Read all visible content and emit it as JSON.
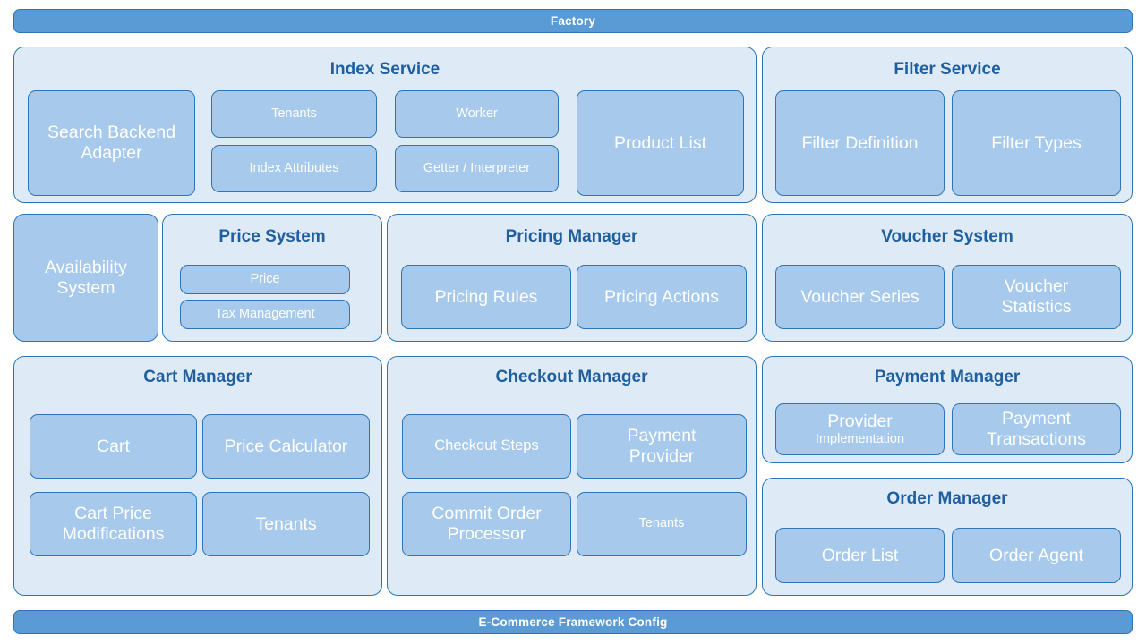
{
  "diagram": {
    "title_bar_top": "Factory",
    "title_bar_bottom": "E-Commerce Framework Config",
    "colors": {
      "bar_fill": "#5B9BD5",
      "group_fill": "#DEEAF6",
      "tile_fill": "#A6C9EC",
      "border": "#2E75B6",
      "title_text": "#1F5FA0",
      "tile_text": "#FFFFFF"
    },
    "groups": [
      {
        "id": "index-service",
        "title": "Index Service",
        "tiles": [
          "Search Backend Adapter",
          "Tenants",
          "Index Attributes",
          "Worker",
          "Getter / Interpreter",
          "Product List"
        ]
      },
      {
        "id": "filter-service",
        "title": "Filter Service",
        "tiles": [
          "Filter Definition",
          "Filter Types"
        ]
      },
      {
        "id": "availability-system",
        "title": "",
        "tiles": [
          "Availability System"
        ]
      },
      {
        "id": "price-system",
        "title": "Price System",
        "tiles": [
          "Price",
          "Tax Management"
        ]
      },
      {
        "id": "pricing-manager",
        "title": "Pricing Manager",
        "tiles": [
          "Pricing Rules",
          "Pricing Actions"
        ]
      },
      {
        "id": "voucher-system",
        "title": "Voucher System",
        "tiles": [
          "Voucher Series",
          "Voucher Statistics"
        ]
      },
      {
        "id": "cart-manager",
        "title": "Cart Manager",
        "tiles": [
          "Cart",
          "Price Calculator",
          "Cart Price Modifications",
          "Tenants"
        ]
      },
      {
        "id": "checkout-manager",
        "title": "Checkout Manager",
        "tiles": [
          "Checkout Steps",
          "Payment Provider",
          "Commit Order Processor",
          "Tenants"
        ]
      },
      {
        "id": "payment-manager",
        "title": "Payment Manager",
        "tiles": [
          "Provider Implementation",
          "Payment Transactions"
        ]
      },
      {
        "id": "order-manager",
        "title": "Order Manager",
        "tiles": [
          "Order List",
          "Order Agent"
        ]
      }
    ]
  },
  "labels": {
    "factory": "Factory",
    "framework_config": "E-Commerce Framework Config",
    "index_service": "Index Service",
    "search_backend_adapter_l1": "Search Backend",
    "search_backend_adapter_l2": "Adapter",
    "tenants": "Tenants",
    "index_attributes": "Index Attributes",
    "worker": "Worker",
    "getter_interpreter": "Getter / Interpreter",
    "product_list": "Product List",
    "filter_service": "Filter Service",
    "filter_definition": "Filter Definition",
    "filter_types": "Filter Types",
    "availability_l1": "Availability",
    "availability_l2": "System",
    "price_system": "Price System",
    "price": "Price",
    "tax_management": "Tax Management",
    "pricing_manager": "Pricing Manager",
    "pricing_rules": "Pricing Rules",
    "pricing_actions": "Pricing Actions",
    "voucher_system": "Voucher System",
    "voucher_series": "Voucher Series",
    "voucher_statistics_l1": "Voucher",
    "voucher_statistics_l2": "Statistics",
    "cart_manager": "Cart Manager",
    "cart": "Cart",
    "price_calculator": "Price Calculator",
    "cart_price_mod_l1": "Cart Price",
    "cart_price_mod_l2": "Modifications",
    "cart_tenants": "Tenants",
    "checkout_manager": "Checkout Manager",
    "checkout_steps": "Checkout Steps",
    "payment_provider_l1": "Payment",
    "payment_provider_l2": "Provider",
    "commit_order_l1": "Commit Order",
    "commit_order_l2": "Processor",
    "checkout_tenants": "Tenants",
    "payment_manager": "Payment Manager",
    "provider_l1": "Provider",
    "provider_l2": "Implementation",
    "payment_tx_l1": "Payment",
    "payment_tx_l2": "Transactions",
    "order_manager": "Order Manager",
    "order_list": "Order List",
    "order_agent": "Order Agent"
  }
}
